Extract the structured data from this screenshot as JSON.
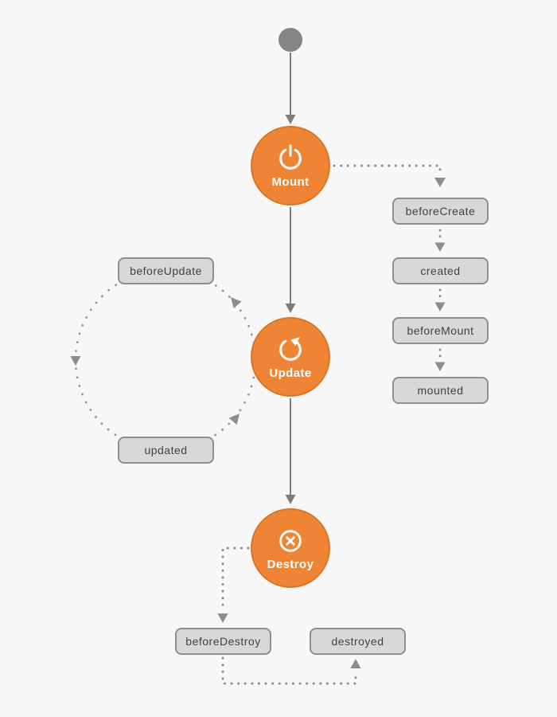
{
  "stages": {
    "mount": {
      "label": "Mount",
      "icon": "power-icon"
    },
    "update": {
      "label": "Update",
      "icon": "refresh-icon"
    },
    "destroy": {
      "label": "Destroy",
      "icon": "close-circle-icon"
    }
  },
  "hooks": {
    "before_create": "beforeCreate",
    "created": "created",
    "before_mount": "beforeMount",
    "mounted": "mounted",
    "before_update": "beforeUpdate",
    "updated": "updated",
    "before_destroy": "beforeDestroy",
    "destroyed": "destroyed"
  },
  "colors": {
    "background": "#f7f7f7",
    "stage_fill": "#ef8435",
    "stage_border": "#d97723",
    "stage_text": "#ffffff",
    "hook_fill": "#d8d8d8",
    "hook_border": "#8f8f8f",
    "hook_text": "#424242",
    "solid_connector": "#7e7e7e",
    "dotted_connector": "#8d8d8d",
    "start_dot": "#858585"
  }
}
